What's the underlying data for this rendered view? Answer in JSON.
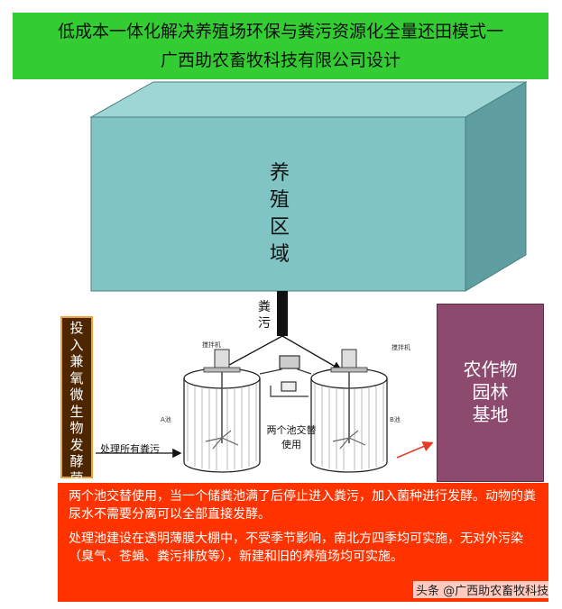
{
  "header": {
    "line1": "低成本一体化解决养殖场环保与粪污资源化全量还田模式一",
    "line2": "广西助农畜牧科技有限公司设计"
  },
  "diagram": {
    "zone_label": "养殖区域",
    "manure_label": "粪污",
    "inoculant_label": "投入兼氧微生物发酵菌种",
    "farmland_label": "农作物园林基地",
    "treat_label": "处理所有粪污",
    "two_pools_label": "两个池交替使用",
    "mixer_left": "搅拌机",
    "mixer_right": "搅拌机",
    "pool_a": "A池",
    "pool_b": "B池"
  },
  "info": {
    "para1": "两个池交替使用，当一个储粪池满了后停止进入粪污，加入菌种进行发酵。动物的粪尿水不需要分离可以全部直接发酵。",
    "para2": "处理池建设在透明薄膜大棚中，不受季节影响，南北方四季均可实施，无对外污染（臭气、苍蝇、粪污排放等），新建和旧的养殖场均可实施。"
  },
  "watermark": "头条 @广西助农畜牧科技",
  "colors": {
    "header_bg": "#33cc33",
    "box_front": "#80c4c4",
    "box_top": "#9ed6d6",
    "box_side": "#5f9ea0",
    "inoculant_bg": "#4d2600",
    "farmland_bg": "#8b4a6e",
    "info_bg": "#ff3300",
    "arrow_red": "#e53c2a"
  }
}
